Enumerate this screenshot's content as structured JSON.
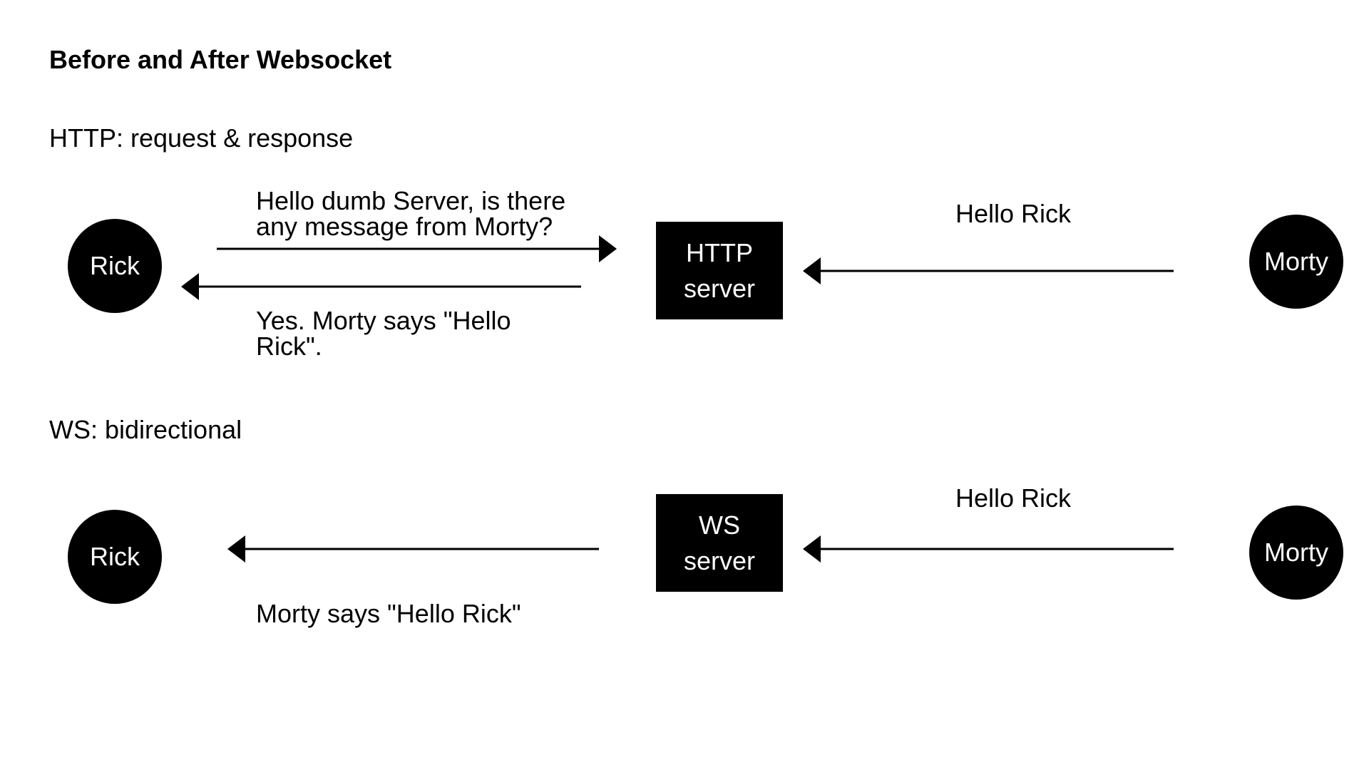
{
  "title": "Before and After Websocket",
  "http_section": {
    "label": "HTTP: request & response",
    "client": "Rick",
    "server_line1": "HTTP",
    "server_line2": "server",
    "peer": "Morty",
    "request_msg": "Hello dumb Server, is there\nany message from Morty?",
    "response_msg": "Yes. Morty says \"Hello\nRick\".",
    "peer_msg": "Hello Rick"
  },
  "ws_section": {
    "label": "WS: bidirectional",
    "client": "Rick",
    "server_line1": "WS",
    "server_line2": "server",
    "peer": "Morty",
    "push_msg": "Morty says \"Hello Rick\"",
    "peer_msg": "Hello Rick"
  },
  "colors": {
    "ink": "#000000",
    "background": "#ffffff"
  }
}
